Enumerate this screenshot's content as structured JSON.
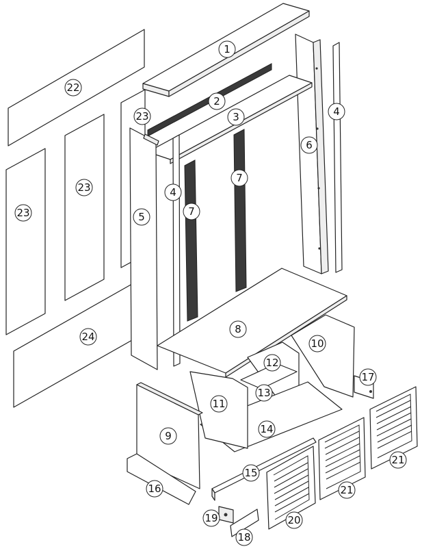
{
  "callouts": [
    {
      "id": "c1",
      "label": "1"
    },
    {
      "id": "c2",
      "label": "2"
    },
    {
      "id": "c3",
      "label": "3"
    },
    {
      "id": "c4a",
      "label": "4"
    },
    {
      "id": "c4b",
      "label": "4"
    },
    {
      "id": "c5",
      "label": "5"
    },
    {
      "id": "c6",
      "label": "6"
    },
    {
      "id": "c7a",
      "label": "7"
    },
    {
      "id": "c7b",
      "label": "7"
    },
    {
      "id": "c8",
      "label": "8"
    },
    {
      "id": "c9",
      "label": "9"
    },
    {
      "id": "c10",
      "label": "10"
    },
    {
      "id": "c11",
      "label": "11"
    },
    {
      "id": "c12",
      "label": "12"
    },
    {
      "id": "c13",
      "label": "13"
    },
    {
      "id": "c14",
      "label": "14"
    },
    {
      "id": "c15",
      "label": "15"
    },
    {
      "id": "c16",
      "label": "16"
    },
    {
      "id": "c17",
      "label": "17"
    },
    {
      "id": "c18",
      "label": "18"
    },
    {
      "id": "c19",
      "label": "19"
    },
    {
      "id": "c20",
      "label": "20"
    },
    {
      "id": "c21a",
      "label": "21"
    },
    {
      "id": "c21b",
      "label": "21"
    },
    {
      "id": "c22",
      "label": "22"
    },
    {
      "id": "c23a",
      "label": "23"
    },
    {
      "id": "c23b",
      "label": "23"
    },
    {
      "id": "c23c",
      "label": "23"
    },
    {
      "id": "c24",
      "label": "24"
    }
  ]
}
